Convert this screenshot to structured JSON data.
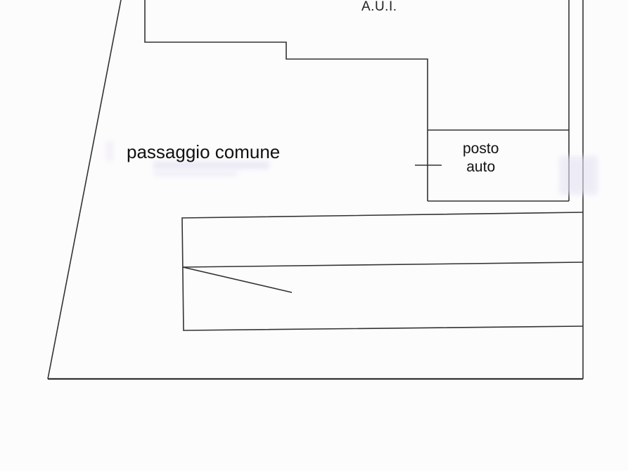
{
  "plan": {
    "labels": {
      "aui": "A.U.I.",
      "passaggio_comune": "passaggio comune",
      "posto": "posto",
      "auto": "auto"
    },
    "colors": {
      "background": "#fdfcfd",
      "line": "#333333",
      "text": "#111111",
      "smudge": "#e4e2f2"
    }
  }
}
